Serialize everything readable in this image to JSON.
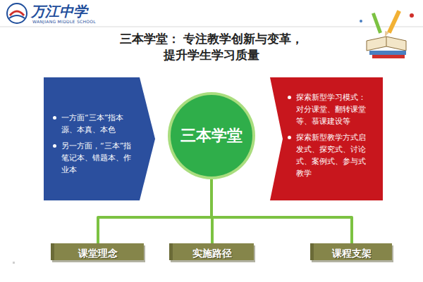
{
  "diagram": {
    "title": "三本学堂： 专注教学创新与变革，提升学生学习质量",
    "nodes": [
      {
        "text": [
          "一方面“三本”指本源、本真、本色",
          "另一方面，“三本”指笔记本、错题本、作业本"
        ]
      },
      {
        "text": [
          "三本学堂"
        ]
      },
      {
        "text": [
          "探索新型学习模式：对分课堂、翻转课堂等、慕课建设等",
          "探索新型教学方式启发式、探究式、讨论式、案例式、参与式教学"
        ]
      },
      {
        "text": [
          "课堂理念"
        ]
      },
      {
        "text": [
          "实施路径"
        ]
      },
      {
        "text": [
          "课程支架"
        ]
      }
    ],
    "edges": [
      {
        "from": 1,
        "to": 3,
        "arrow": "none"
      },
      {
        "from": 1,
        "to": 4,
        "arrow": "none"
      },
      {
        "from": 1,
        "to": 5,
        "arrow": "none"
      }
    ],
    "labels": [
      "万江中学",
      "WANJIANG MIDDLE SCHOOL"
    ]
  }
}
